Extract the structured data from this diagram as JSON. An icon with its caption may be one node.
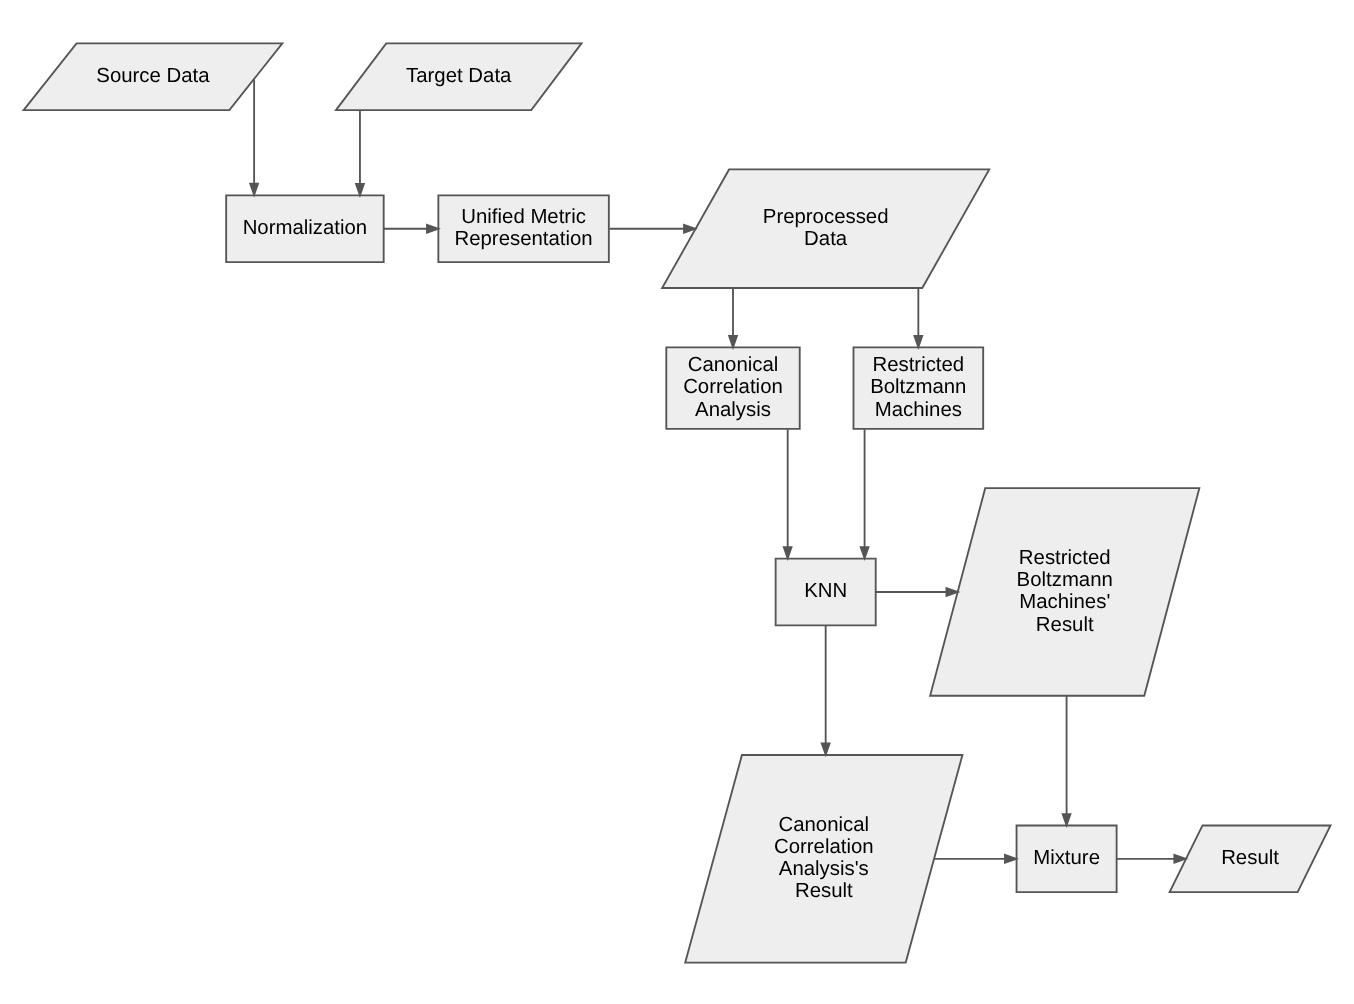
{
  "diagram": {
    "nodes": [
      {
        "text": [
          "Source Data"
        ]
      },
      {
        "text": [
          "Target Data"
        ]
      },
      {
        "text": [
          "Normalization"
        ]
      },
      {
        "text": [
          "Unified Metric Representation"
        ]
      },
      {
        "text": [
          "Preprocessed Data"
        ]
      },
      {
        "text": [
          "Canonical Correlation Analysis"
        ]
      },
      {
        "text": [
          "Restricted Boltzmann Machines"
        ]
      },
      {
        "text": [
          "Result"
        ]
      },
      {
        "text": [
          "Mixture"
        ]
      },
      {
        "text": [
          "Canonical Correlation Analysis's Result"
        ]
      },
      {
        "text": [
          "Restricted Boltzmann Machines' Result"
        ]
      },
      {
        "text": [
          "KNN"
        ]
      }
    ],
    "edges": [
      {
        "from": 0,
        "to": 2,
        "arrow": "to"
      },
      {
        "from": 1,
        "to": 2,
        "arrow": "to"
      },
      {
        "from": 2,
        "to": 3,
        "arrow": "to"
      },
      {
        "from": 3,
        "to": 4,
        "arrow": "to"
      },
      {
        "from": 4,
        "to": 5,
        "arrow": "to"
      },
      {
        "from": 4,
        "to": 6,
        "arrow": "to"
      },
      {
        "from": 5,
        "to": 11,
        "arrow": "to"
      },
      {
        "from": 6,
        "to": 11,
        "arrow": "to"
      },
      {
        "from": 11,
        "to": 9,
        "arrow": "to"
      },
      {
        "from": 11,
        "to": 10,
        "arrow": "to"
      },
      {
        "from": 9,
        "to": 8,
        "arrow": "to"
      },
      {
        "from": 10,
        "to": 8,
        "arrow": "to"
      },
      {
        "from": 8,
        "to": 7,
        "arrow": "to"
      }
    ]
  }
}
